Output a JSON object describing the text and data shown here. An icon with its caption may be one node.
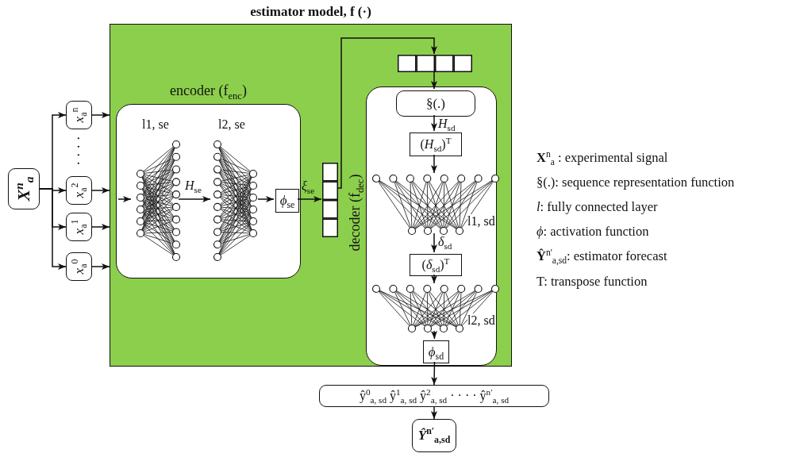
{
  "diagram": {
    "nodes": [
      {
        "text": [
          "estimator model, f (·)"
        ]
      },
      {
        "text": [
          "encoder (f$_{enc}$)"
        ],
        "in": 0
      },
      {
        "text": [
          "l1, se"
        ],
        "in": 1
      },
      {
        "text": [
          "l2, se"
        ],
        "in": 1
      },
      {
        "text": [
          "*ϕ*$_{se}$"
        ],
        "in": 1
      },
      {
        "text": [],
        "shape": "box",
        "in": 0
      },
      {
        "text": [],
        "shape": "box",
        "in": 0
      },
      {
        "text": [
          "decoder (f$_{dec}$)"
        ],
        "in": 0
      },
      {
        "text": [
          "§(.)"
        ],
        "in": 7
      },
      {
        "text": [
          "(*H*$_{sd}$)$^{T}$"
        ],
        "in": 7
      },
      {
        "text": [
          "l1, sd"
        ],
        "in": 7
      },
      {
        "text": [
          "(*δ*$_{sd}$)$^{T}$"
        ],
        "in": 7
      },
      {
        "text": [
          "l2, sd"
        ],
        "in": 7
      },
      {
        "text": [
          "*ϕ*$_{sd}$"
        ],
        "in": 7
      },
      {
        "text": [
          "ŷ$^{0}$$_{a, sd}$ ŷ$^{1}$$_{a, sd}$ ŷ$^{2}$$_{a, sd}$ · · · · ŷ$^{n′}$$_{a, sd}$"
        ]
      },
      {
        "text": [
          "*Ŷ*$^{n′}$$_{a,sd}$"
        ]
      },
      {
        "text": [
          "X$^{n}$$_{a}$"
        ]
      },
      {
        "text": [
          "*x*$_{a}$$^{n}$"
        ]
      },
      {
        "text": [
          "*x*$_{a}$$^{2}$"
        ]
      },
      {
        "text": [
          "*x*$_{a}$$^{1}$"
        ]
      },
      {
        "text": [
          "*x*$_{a}$$^{0}$"
        ]
      }
    ],
    "edges": [
      {
        "from": 16,
        "to": 17,
        "arrow": "to"
      },
      {
        "from": 16,
        "to": 18,
        "arrow": "to"
      },
      {
        "from": 16,
        "to": 19,
        "arrow": "to"
      },
      {
        "from": 16,
        "to": 20,
        "arrow": "to"
      },
      {
        "from": 17,
        "to": 0,
        "arrow": "to"
      },
      {
        "from": 18,
        "to": 0,
        "arrow": "to"
      },
      {
        "from": 19,
        "to": 0,
        "arrow": "to"
      },
      {
        "from": 20,
        "to": 0,
        "arrow": "to"
      },
      {
        "from": null,
        "to": 2,
        "arrow": "to"
      },
      {
        "from": 2,
        "to": 3,
        "arrow": "to",
        "label": "*H*$_{se}$"
      },
      {
        "from": 3,
        "to": 4,
        "arrow": "to"
      },
      {
        "from": 4,
        "to": 5,
        "arrow": "to",
        "label": "*ξ*$_{se}$"
      },
      {
        "from": 5,
        "to": 6,
        "arrow": "to"
      },
      {
        "from": 6,
        "to": 8,
        "arrow": "to"
      },
      {
        "from": 8,
        "to": 9,
        "arrow": "to",
        "label": "*H*$_{sd}$"
      },
      {
        "from": 9,
        "to": 10,
        "arrow": "to"
      },
      {
        "from": 10,
        "to": 11,
        "arrow": "to",
        "label": "*δ*$_{sd}$"
      },
      {
        "from": 11,
        "to": 12,
        "arrow": "to"
      },
      {
        "from": 12,
        "to": 13,
        "arrow": "to"
      },
      {
        "from": 13,
        "to": 14,
        "arrow": "to"
      },
      {
        "from": 14,
        "to": 15,
        "arrow": "to"
      }
    ],
    "labels": [
      "· · · ·",
      "**X**$^{n}$$_{a}$ : experimental signal",
      "§(.): sequence representation function",
      "*l*: fully connected layer",
      "*ϕ*: activation function",
      "**Ŷ**$^{n'}$$_{a,sd}$: estimator forecast",
      "T: transpose function"
    ]
  }
}
